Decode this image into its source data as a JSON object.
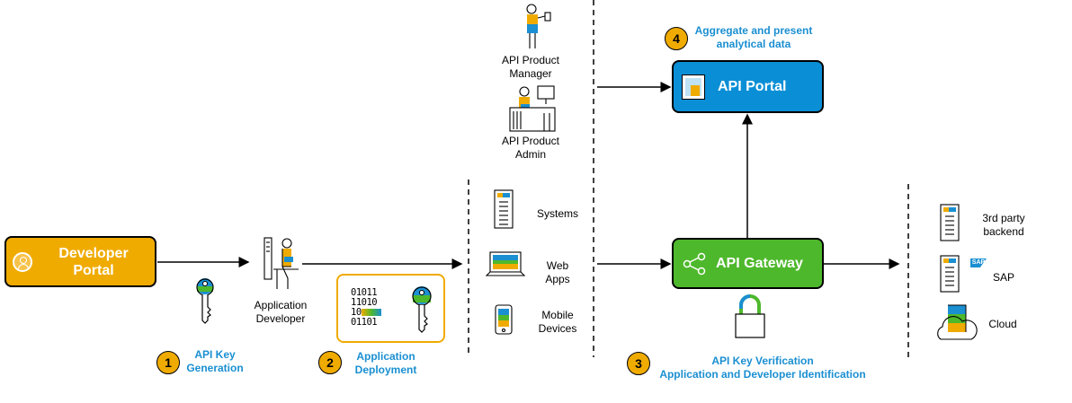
{
  "developer_portal": {
    "label_line1": "Developer",
    "label_line2": "Portal"
  },
  "api_portal": {
    "label": "API Portal"
  },
  "api_gateway": {
    "label": "API Gateway"
  },
  "roles": {
    "product_manager": {
      "line1": "API Product",
      "line2": "Manager"
    },
    "product_admin": {
      "line1": "API Product",
      "line2": "Admin"
    },
    "app_developer": {
      "line1": "Application",
      "line2": "Developer"
    }
  },
  "clients": {
    "systems": "Systems",
    "web_apps": {
      "line1": "Web",
      "line2": "Apps"
    },
    "mobile": {
      "line1": "Mobile",
      "line2": "Devices"
    }
  },
  "backends": {
    "third_party": {
      "line1": "3rd party",
      "line2": "backend"
    },
    "sap": "SAP",
    "sap_logo": "SAP",
    "cloud": "Cloud"
  },
  "binary_code": [
    "01011",
    "11010",
    "10",
    "01101"
  ],
  "steps": [
    {
      "num": "1",
      "line1": "API Key",
      "line2": "Generation"
    },
    {
      "num": "2",
      "line1": "Application",
      "line2": "Deployment"
    },
    {
      "num": "3",
      "line1": "API Key Verification",
      "line2": "Application and Developer Identification"
    },
    {
      "num": "4",
      "line1": "Aggregate and present",
      "line2": "analytical data"
    }
  ],
  "colors": {
    "portal_orange": "#f0ab00",
    "api_portal_blue": "#0a8fd6",
    "gateway_green": "#4eb82c",
    "step_text_blue": "#1a8fd1"
  }
}
